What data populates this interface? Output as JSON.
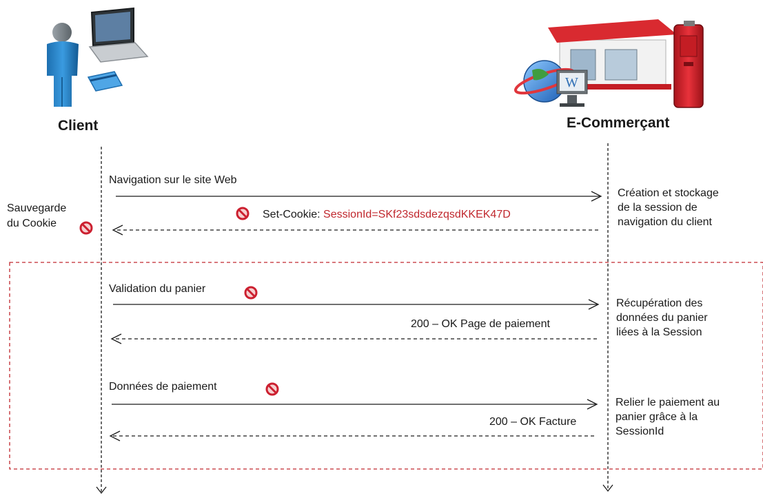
{
  "actors": {
    "client": "Client",
    "merchant": "E-Commerçant"
  },
  "messages": {
    "navigation": "Navigation sur le site Web",
    "set_cookie_label": "Set-Cookie:",
    "set_cookie_value": "SessionId=SKf23sdsdezqsdKKEK47D",
    "validation": "Validation du panier",
    "ok_payment_page": "200 – OK Page de paiement",
    "payment_data": "Données de paiement",
    "ok_invoice": "200 – OK Facture"
  },
  "notes": {
    "client_save_line1": "Sauvegarde",
    "client_save_line2": "du Cookie",
    "session_creation": [
      "Création et stockage",
      "de la session de",
      "navigation du client"
    ],
    "cart_retrieval": [
      "Récupération des",
      "données du panier",
      "liées à la Session"
    ],
    "payment_link": [
      "Relier le paiement au",
      "panier grâce à la",
      "SessionId"
    ]
  },
  "colors": {
    "highlight_red": "#c0272d",
    "frame_border": "#c0272d",
    "line": "#1a1a1a",
    "prohibited_icon": "#cc2030"
  },
  "icons": [
    "person-icon",
    "laptop-icon",
    "credit-card-icon",
    "shop-icon",
    "globe-icon",
    "monitor-icon",
    "server-icon",
    "prohibited-icon"
  ]
}
